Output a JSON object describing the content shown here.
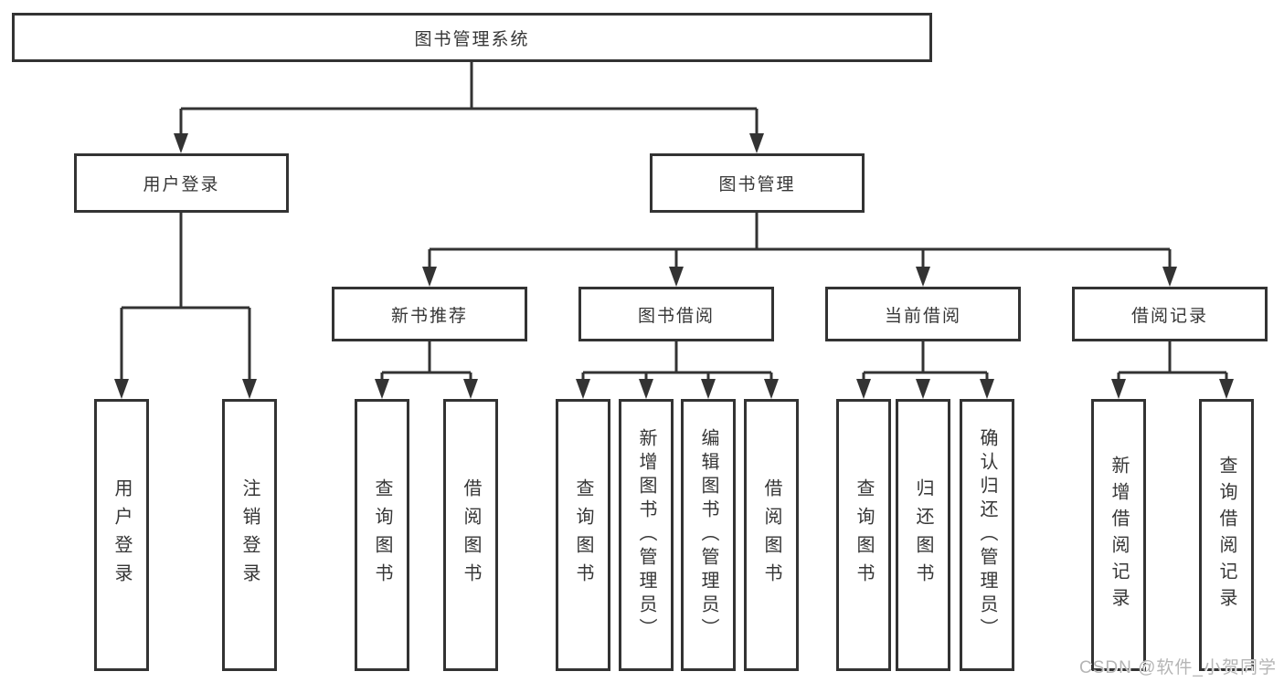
{
  "tree": {
    "root": "图书管理系统",
    "login": {
      "label": "用户登录",
      "children": [
        "用户登录",
        "注销登录"
      ]
    },
    "management": {
      "label": "图书管理",
      "sections": [
        {
          "label": "新书推荐",
          "children": [
            "查询图书",
            "借阅图书"
          ]
        },
        {
          "label": "图书借阅",
          "children": [
            "查询图书",
            "新增图书（管理员）",
            "编辑图书（管理员）",
            "借阅图书"
          ]
        },
        {
          "label": "当前借阅",
          "children": [
            "查询图书",
            "归还图书",
            "确认归还（管理员）"
          ]
        },
        {
          "label": "借阅记录",
          "children": [
            "新增借阅记录",
            "查询借阅记录"
          ]
        }
      ]
    }
  },
  "watermark": "CSDN @软件_小贺同学",
  "colors": {
    "line": "#333333",
    "box_border": "#333333",
    "text": "#363636",
    "watermark": "#b5b5b5",
    "background": "#ffffff"
  }
}
